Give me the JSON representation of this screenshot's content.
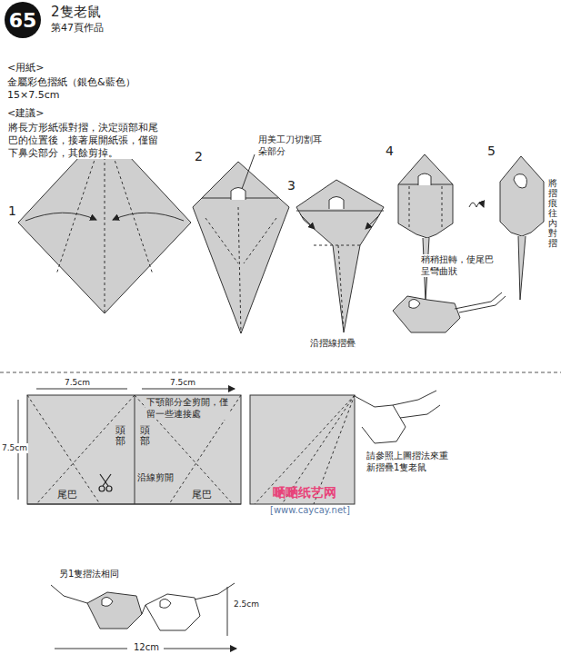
{
  "diagram": {
    "title": "2隻老鼠",
    "nodes": [
      {
        "text": [
          "65"
        ]
      }
    ],
    "labels": [
      "第47頁作品",
      "<用紙>",
      "金屬彩色摺紙（銀色&藍色）15×7.5cm",
      "<建議>",
      "將長方形紙張對摺，決定頭部和尾巴的位置後，接著展開紙張，僅留下鼻尖部分，其餘剪掉。",
      "1",
      "2",
      "用美工刀切割耳朵部分",
      "3",
      "4",
      "5",
      "將摺痕往內對摺",
      "稍稍扭轉，使尾巴呈彎曲狀",
      "沿摺線摺疊",
      "7.5cm",
      "7.5cm",
      "下顎部分全剪開，僅留一些連接處",
      "7.5cm",
      "頭部",
      "頭部",
      "沿線剪開",
      "尾巴",
      "尾巴",
      "請參照上圖摺法來重新摺疊1隻老鼠",
      "嗮嗮纸艺网",
      "[www.caycay.net]",
      "另1隻摺法相同",
      "2.5cm",
      "12cm"
    ]
  }
}
